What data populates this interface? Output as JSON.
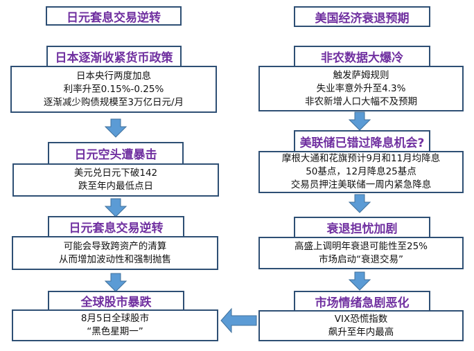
{
  "colors": {
    "title_text": "#7030a0",
    "border": "#2e4f74",
    "arrow_fill": "#5b9bd5",
    "arrow_stroke": "#41719c"
  },
  "left_column": {
    "header": "日元套息交易逆转",
    "steps": [
      {
        "title": "日本逐渐收紧货币政策",
        "lines": [
          "日本央行两度加息",
          "利率升至0.15%-0.25%",
          "逐渐减少购债规模至3万亿日元/月"
        ]
      },
      {
        "title": "日元空头遭暴击",
        "lines": [
          "美元兑日元下破142",
          "跌至年内最低点日"
        ]
      },
      {
        "title": "日元套息交易逆转",
        "lines": [
          "可能会导致跨资产的清算",
          "从而增加波动性和强制抛售"
        ]
      },
      {
        "title": "全球股市暴跌",
        "lines": [
          "8月5日全球股市",
          "“黑色星期一”"
        ]
      }
    ]
  },
  "right_column": {
    "header": "美国经济衰退预期",
    "steps": [
      {
        "title": "非农数据大爆冷",
        "lines": [
          "触发萨姆规则",
          "失业率意外升至4.3%",
          "非农新增人口大幅不及预期"
        ]
      },
      {
        "title": "美联储已错过降息机会?",
        "lines": [
          "摩根大通和花旗预计9月和11月均降息",
          "50基点，12月降息25基点",
          "交易员押注美联储一周内紧急降息"
        ]
      },
      {
        "title": "衰退担忧加剧",
        "lines": [
          "高盛上调明年衰退可能性至25%",
          "市场启动“衰退交易”"
        ]
      },
      {
        "title": "市场情绪急剧恶化",
        "lines": [
          "VIX恐慌指数",
          "飙升至年内最高"
        ]
      }
    ]
  }
}
